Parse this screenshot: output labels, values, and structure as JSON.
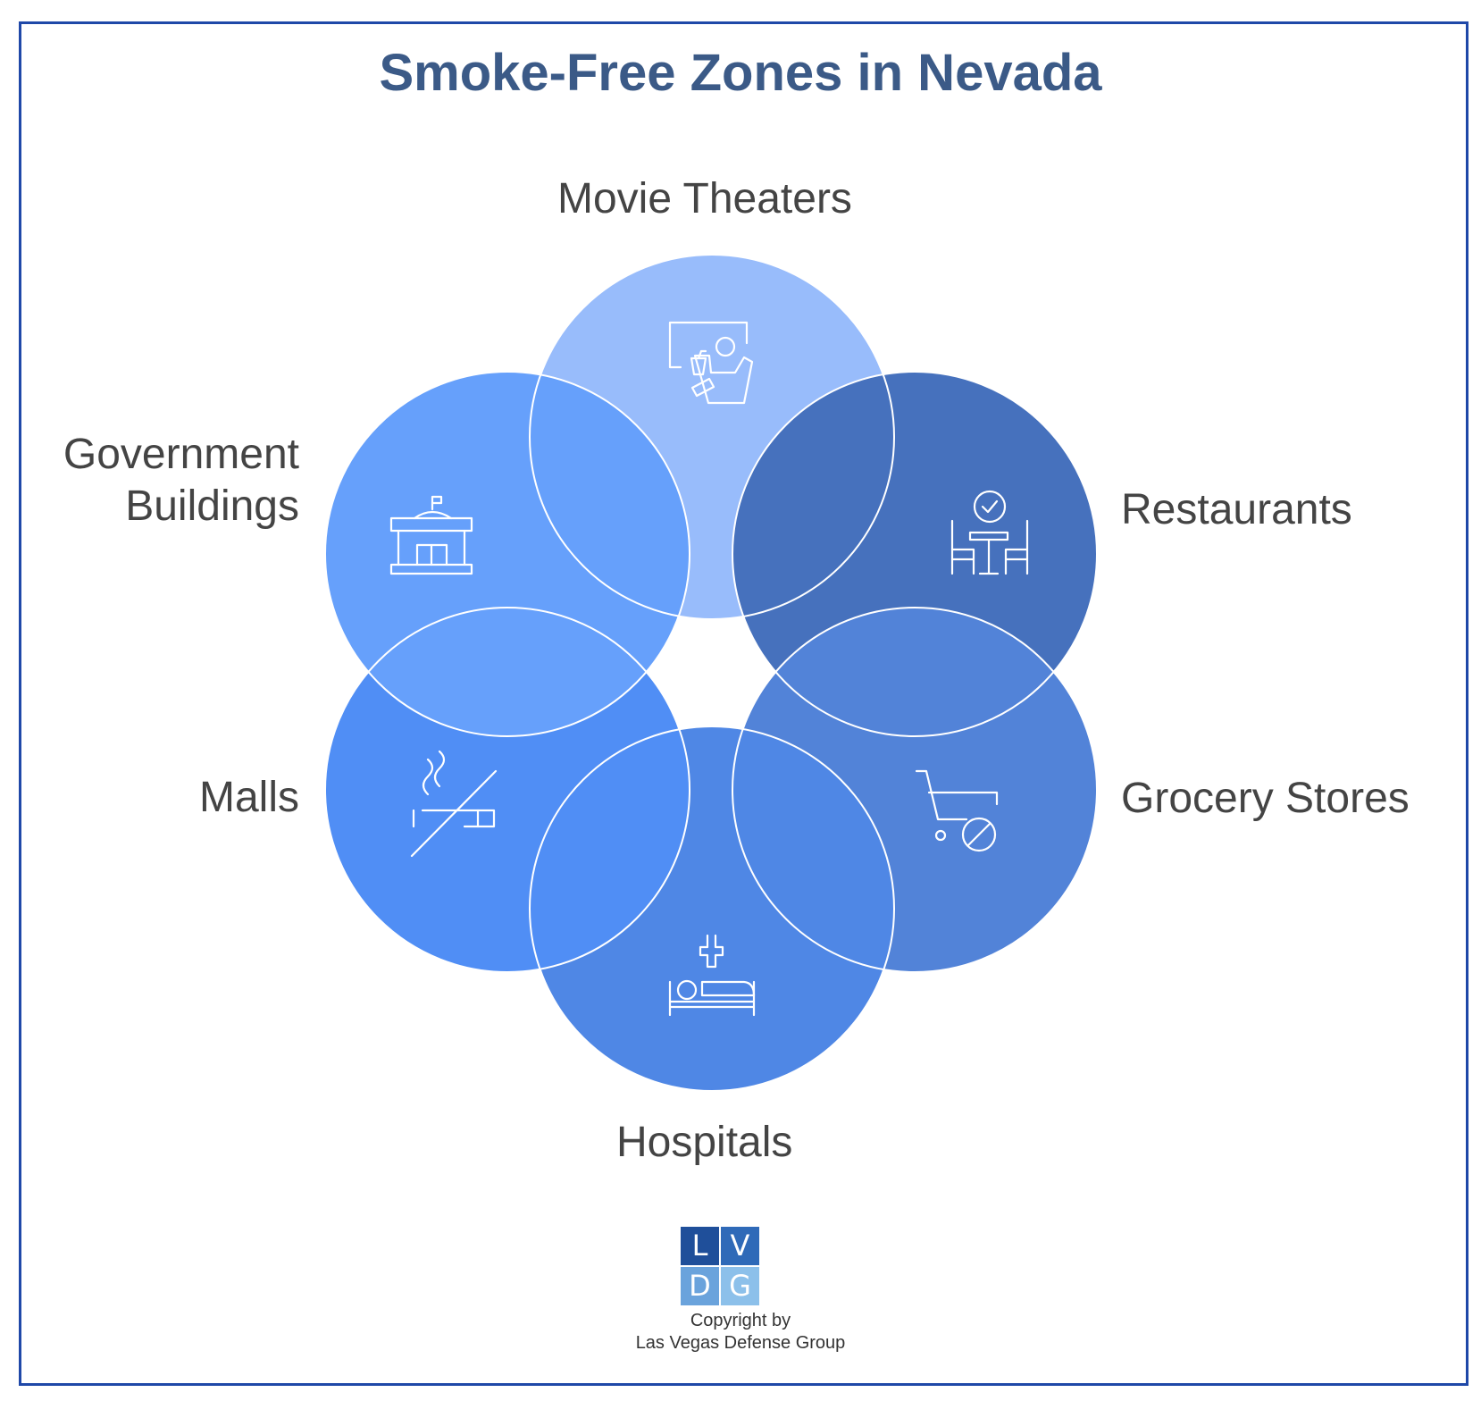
{
  "title": "Smoke-Free Zones in Nevada",
  "zones": [
    {
      "label": "Movie Theaters",
      "icon": "movie-theater-icon",
      "color": "#98bcfb"
    },
    {
      "label": "Restaurants",
      "icon": "restaurant-table-icon",
      "color": "#4671bd"
    },
    {
      "label": "Grocery Stores",
      "icon": "shopping-cart-no-icon",
      "color": "#5283d8"
    },
    {
      "label": "Hospitals",
      "icon": "hospital-bed-icon",
      "color": "#4f87e5"
    },
    {
      "label": "Malls",
      "icon": "no-smoking-icon",
      "color": "#508ef5"
    },
    {
      "label": "Government Buildings",
      "label_lines": [
        "Government",
        "Buildings"
      ],
      "icon": "government-building-icon",
      "color": "#66a0fb"
    }
  ],
  "logo": {
    "letters": [
      "L",
      "V",
      "D",
      "G"
    ],
    "colors": [
      "#1f4f9a",
      "#2f6ab8",
      "#6aa3dc",
      "#8cc0ea"
    ]
  },
  "copyright_lines": [
    "Copyright by",
    "Las Vegas Defense Group"
  ],
  "frame_color": "#1f48a8",
  "title_color": "#3b5a87"
}
